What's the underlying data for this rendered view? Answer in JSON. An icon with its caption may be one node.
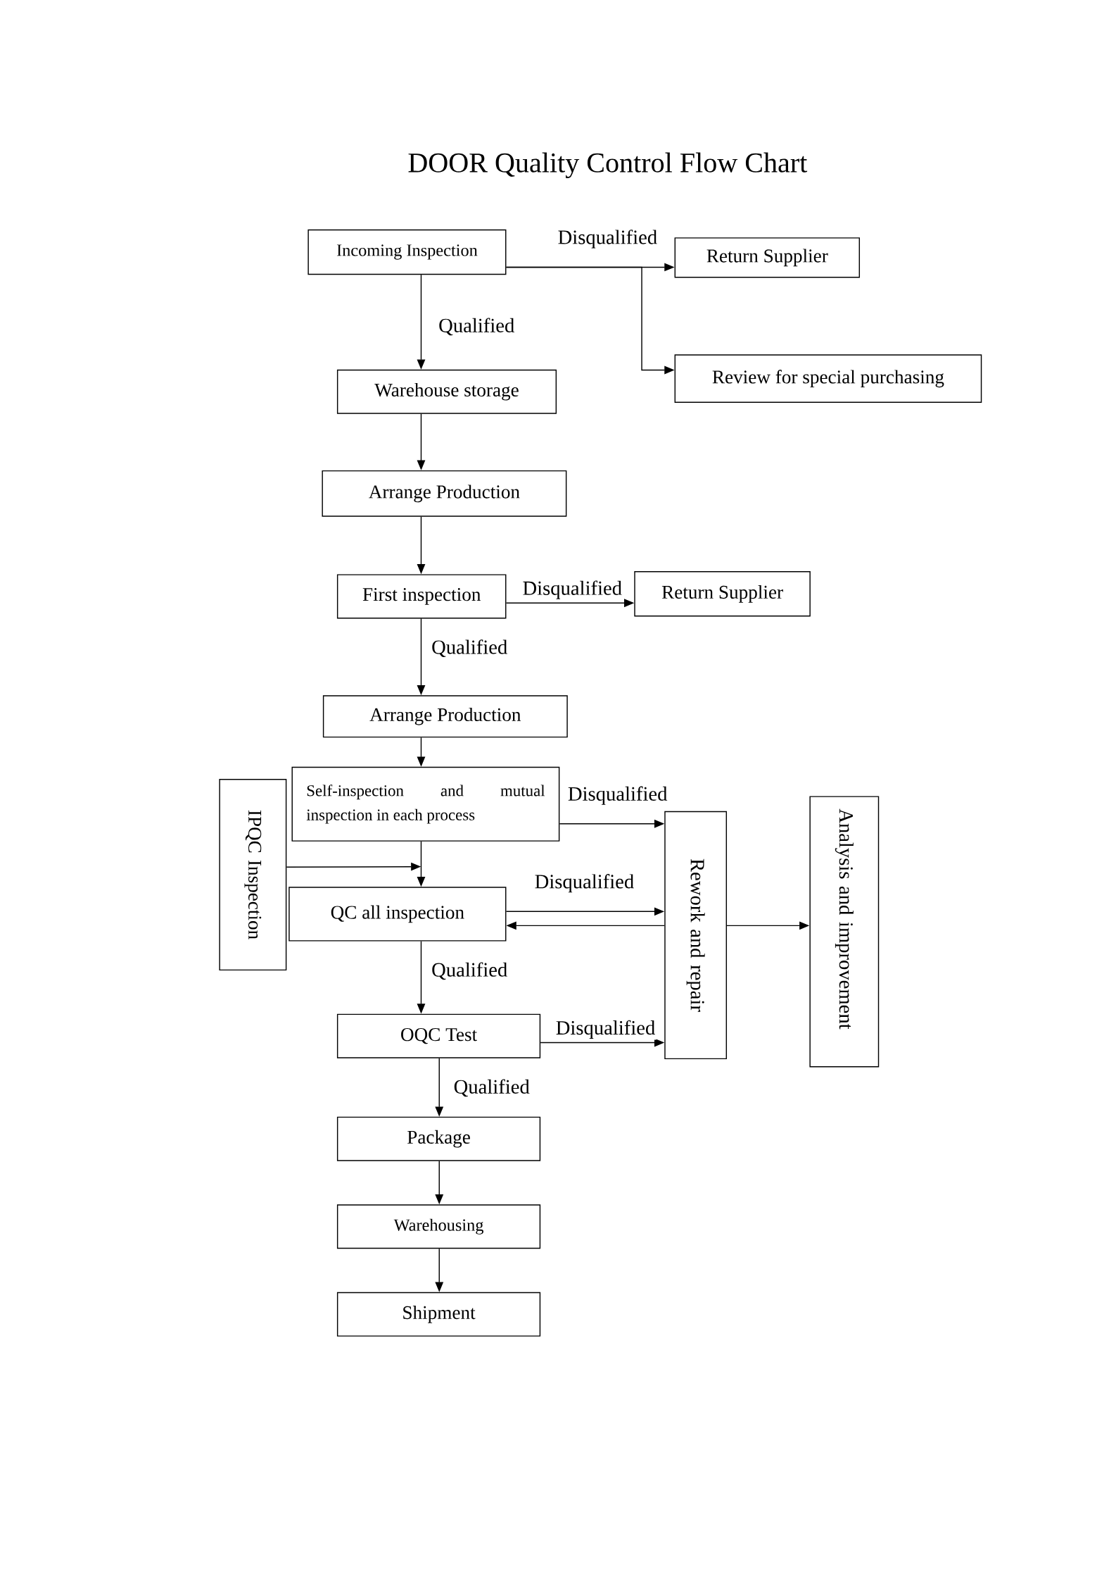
{
  "diagram": {
    "title": "DOOR Quality Control Flow Chart",
    "nodes": [
      {
        "text": [
          "Incoming Inspection"
        ]
      },
      {
        "text": [
          "Return Supplier"
        ]
      },
      {
        "text": [
          "Review for special purchasing"
        ]
      },
      {
        "text": [
          "Warehouse storage"
        ]
      },
      {
        "text": [
          "Arrange Production"
        ]
      },
      {
        "text": [
          "First inspection"
        ]
      },
      {
        "text": [
          "Return Supplier"
        ]
      },
      {
        "text": [
          "Arrange Production"
        ]
      },
      {
        "text": [
          "Self-inspection and mutual inspection in each process"
        ]
      },
      {
        "text": [
          "IPQC Inspection"
        ]
      },
      {
        "text": [
          "QC all inspection"
        ]
      },
      {
        "text": [
          "Rework and repair"
        ]
      },
      {
        "text": [
          "Analysis and improvement"
        ]
      },
      {
        "text": [
          "OQC Test"
        ]
      },
      {
        "text": [
          "Package"
        ]
      },
      {
        "text": [
          "Warehousing"
        ]
      },
      {
        "text": [
          "Shipment"
        ]
      }
    ],
    "edges": [
      {
        "from": 0,
        "to": 1,
        "arrow": "to",
        "label": "Disqualified"
      },
      {
        "from": 0,
        "to": 2,
        "arrow": "to"
      },
      {
        "from": 0,
        "to": 3,
        "arrow": "to",
        "label": "Qualified"
      },
      {
        "from": 3,
        "to": 4,
        "arrow": "to"
      },
      {
        "from": 4,
        "to": 5,
        "arrow": "to"
      },
      {
        "from": 5,
        "to": 6,
        "arrow": "to",
        "label": "Disqualified"
      },
      {
        "from": 5,
        "to": 7,
        "arrow": "to",
        "label": "Qualified"
      },
      {
        "from": 7,
        "to": 8,
        "arrow": "to"
      },
      {
        "from": 8,
        "to": 11,
        "arrow": "to",
        "label": "Disqualified"
      },
      {
        "from": 8,
        "to": 10,
        "arrow": "to"
      },
      {
        "from": 10,
        "to": 11,
        "arrow": "to",
        "label": "Disqualified"
      },
      {
        "from": 11,
        "to": 10,
        "arrow": "to"
      },
      {
        "from": 9,
        "to": 10,
        "arrow": "to"
      },
      {
        "from": 11,
        "to": 12,
        "arrow": "to"
      },
      {
        "from": 10,
        "to": 13,
        "arrow": "to",
        "label": "Qualified"
      },
      {
        "from": 13,
        "to": 11,
        "arrow": "to",
        "label": "Disqualified"
      },
      {
        "from": 13,
        "to": 14,
        "arrow": "to",
        "label": "Qualified"
      },
      {
        "from": 14,
        "to": 15,
        "arrow": "to"
      },
      {
        "from": 15,
        "to": 16,
        "arrow": "to"
      }
    ]
  }
}
